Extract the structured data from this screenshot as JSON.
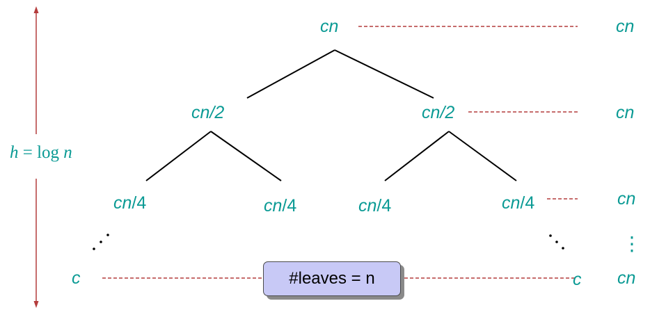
{
  "tree": {
    "root": "cn",
    "level1": {
      "left": "cn/2",
      "right": "cn/2"
    },
    "level2": [
      {
        "pre": "cn",
        "post": "/4"
      },
      {
        "pre": "cn",
        "post": "/4"
      },
      {
        "pre": "cn",
        "post": "/4"
      },
      {
        "pre": "cn",
        "post": "/4"
      }
    ],
    "leaf_left": "c",
    "leaf_right": "c"
  },
  "row_costs": [
    "cn",
    "cn",
    "cn",
    "⋮",
    "cn"
  ],
  "height_label": {
    "var": "h",
    "eq": " = log ",
    "n": "n"
  },
  "leaves_box": "#leaves = n",
  "colors": {
    "label_teal": "#0a9a94",
    "dash_red": "#b43c3c",
    "arrow_red": "#b43c3c",
    "box_fill": "#c8c9f6"
  }
}
